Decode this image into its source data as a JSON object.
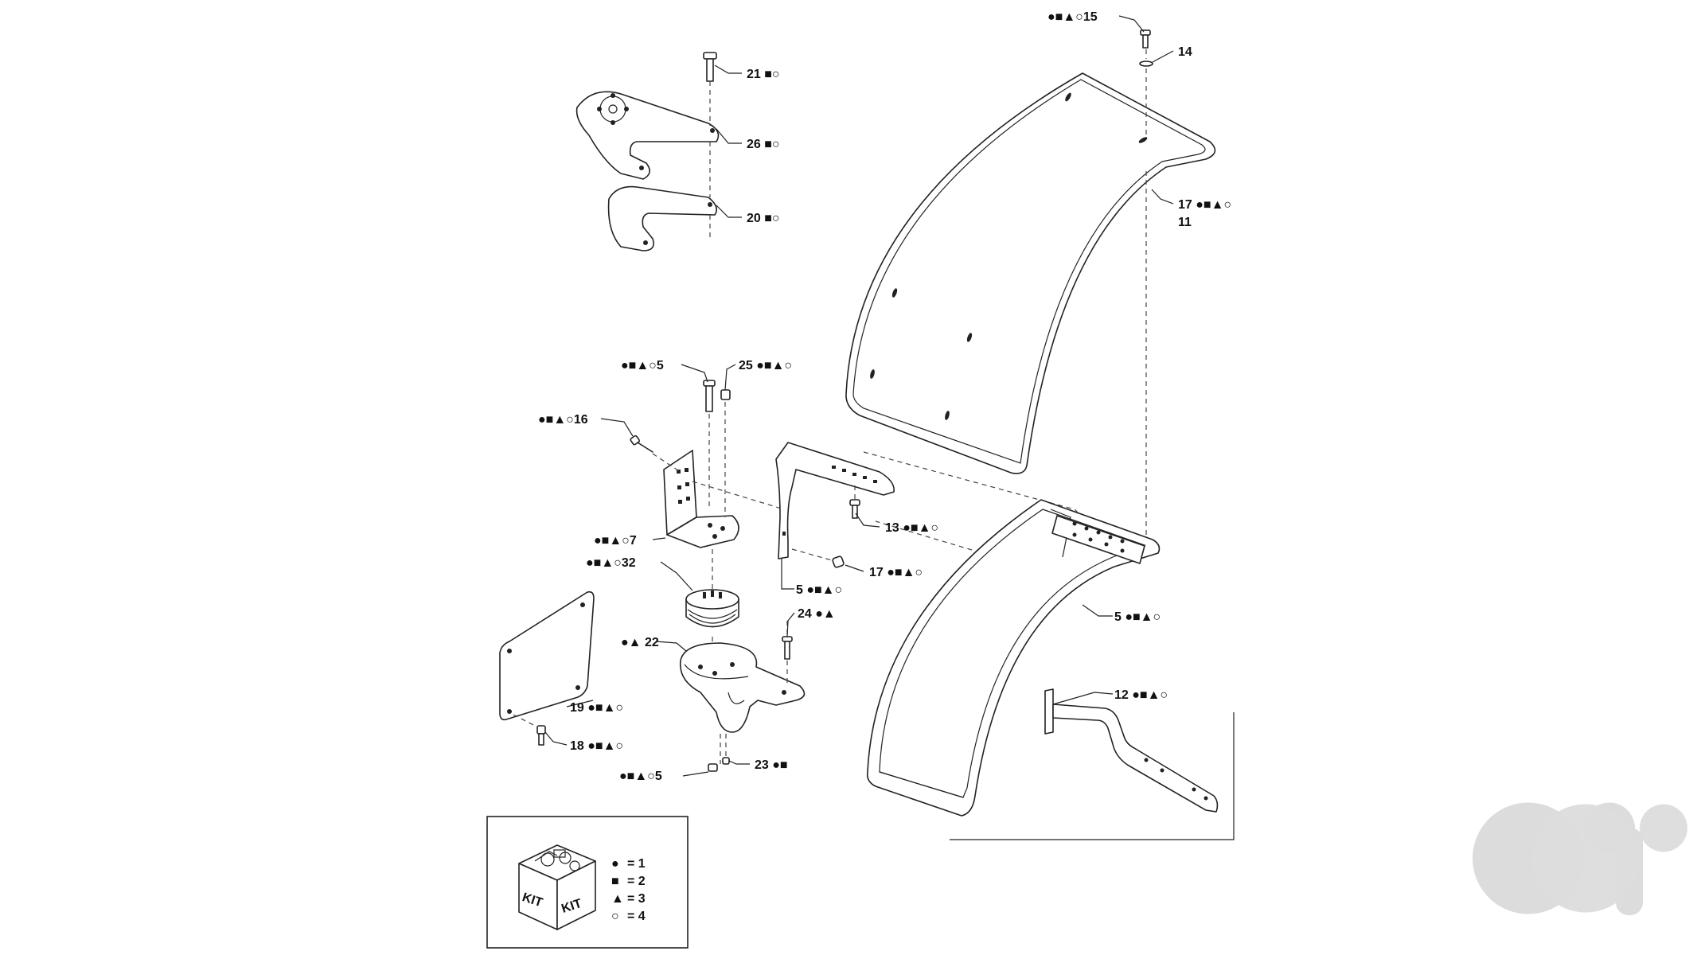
{
  "callouts": [
    {
      "id": "c15",
      "text": "●■▲○15"
    },
    {
      "id": "c14",
      "text": "14"
    },
    {
      "id": "c21",
      "text": "21 ■○"
    },
    {
      "id": "c26a",
      "text": "26 ■○"
    },
    {
      "id": "c20",
      "text": "20 ■○"
    },
    {
      "id": "c17a",
      "text": "17 ●■▲○"
    },
    {
      "id": "c11",
      "text": "11"
    },
    {
      "id": "c5a",
      "text": "●■▲○5"
    },
    {
      "id": "c25",
      "text": "25 ●■▲○"
    },
    {
      "id": "c16",
      "text": "●■▲○16"
    },
    {
      "id": "c13",
      "text": "13 ●■▲○"
    },
    {
      "id": "c7",
      "text": "●■▲○7"
    },
    {
      "id": "c17b",
      "text": "17 ●■▲○"
    },
    {
      "id": "c32",
      "text": "●■▲○32"
    },
    {
      "id": "c5b",
      "text": "5 ●■▲○"
    },
    {
      "id": "c5c",
      "text": "5 ●■▲○"
    },
    {
      "id": "c24",
      "text": "24 ●▲"
    },
    {
      "id": "c22",
      "text": "●▲ 22"
    },
    {
      "id": "c12",
      "text": "12 ●■▲○"
    },
    {
      "id": "c19",
      "text": "19 ●■▲○"
    },
    {
      "id": "c18",
      "text": "18 ●■▲○"
    },
    {
      "id": "c5d",
      "text": "●■▲○5"
    },
    {
      "id": "c23",
      "text": "23 ●■"
    }
  ],
  "kit": {
    "box_label_left": "KIT",
    "box_label_right": "KIT",
    "legend": [
      {
        "symbol": "●",
        "text": "= 1"
      },
      {
        "symbol": "■",
        "text": "= 2"
      },
      {
        "symbol": "▲",
        "text": "= 3"
      },
      {
        "symbol": "○",
        "text": "= 4"
      }
    ]
  }
}
